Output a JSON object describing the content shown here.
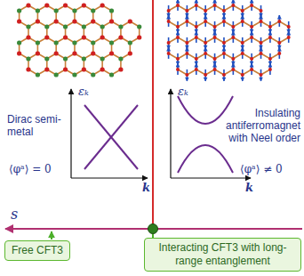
{
  "diagram": {
    "nodes": [
      {
        "text": [
          "Free CFT3"
        ]
      },
      {
        "text": [
          "Interacting CFT3 with long-range entanglement"
        ]
      }
    ],
    "labels": [
      "Dirac semi-metal",
      "⟨φᵃ⟩ = 0",
      "Insulating antiferromagnet with Neel order",
      "⟨φᵃ⟩ ≠ 0",
      "εₖ",
      "k",
      "εₖ",
      "k",
      "s"
    ]
  }
}
